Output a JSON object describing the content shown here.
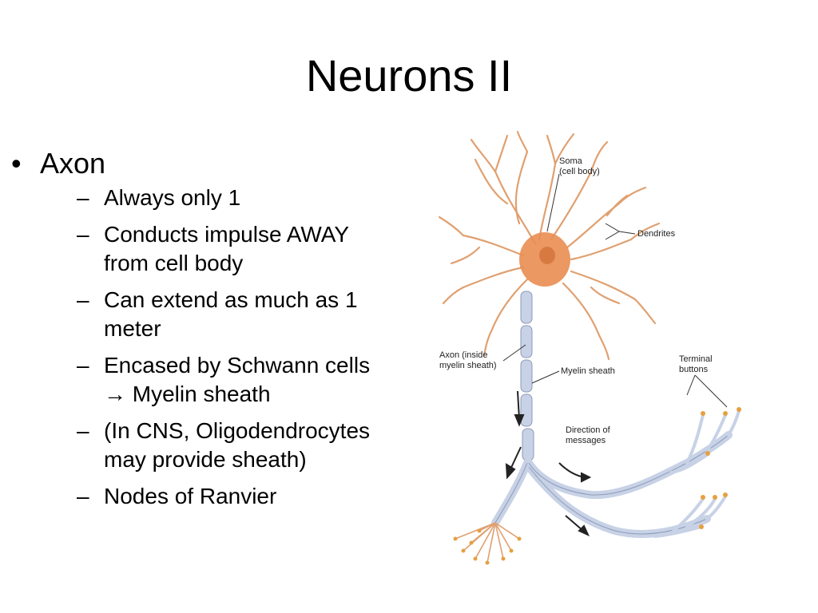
{
  "slide": {
    "title": "Neurons II"
  },
  "bullets": {
    "main": {
      "marker": "•",
      "text": "Axon"
    },
    "sub_marker": "–",
    "sub": [
      [
        "Always only 1"
      ],
      [
        "Conducts impulse AWAY",
        "from cell body"
      ],
      [
        "Can extend as much as 1",
        "meter"
      ],
      [
        "Encased by Schwann cells",
        "→ Myelin sheath"
      ],
      [
        "(In CNS, Oligodendrocytes",
        "may provide sheath)"
      ],
      [
        "Nodes of Ranvier"
      ]
    ]
  },
  "diagram": {
    "labels": {
      "soma_1": "Soma",
      "soma_2": "(cell body)",
      "dendrites": "Dendrites",
      "axon_1": "Axon (inside",
      "axon_2": "myelin sheath)",
      "myelin": "Myelin sheath",
      "terminal_1": "Terminal",
      "terminal_2": "buttons",
      "direction_1": "Direction of",
      "direction_2": "messages"
    },
    "colors": {
      "dendrite": "#e0a070",
      "soma": "#e98d52",
      "myelin": "#c8d2e6",
      "myelin_outline": "#8e9ab8",
      "terminal": "#e6a040",
      "arrow": "#222222"
    }
  }
}
